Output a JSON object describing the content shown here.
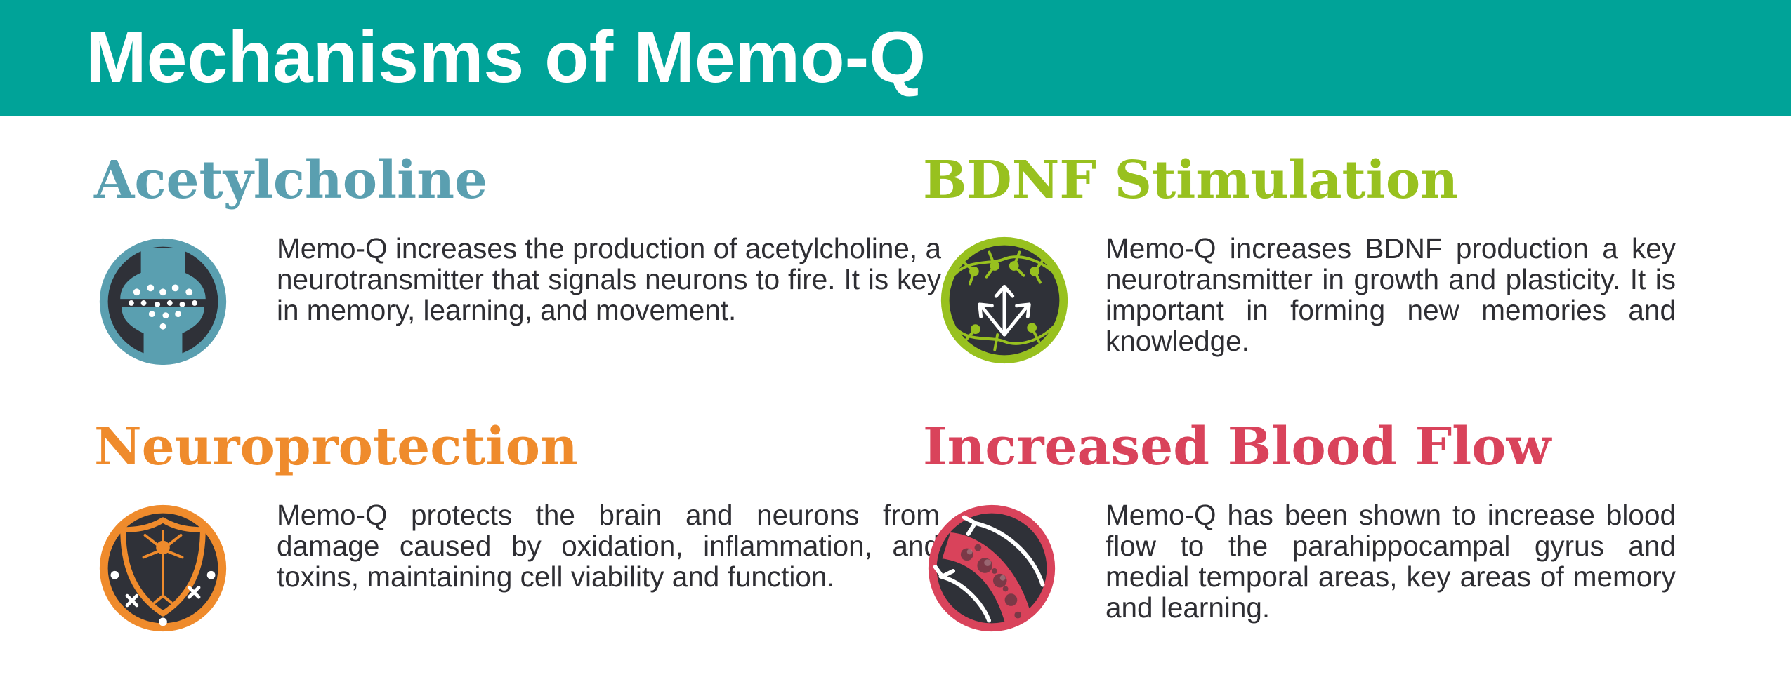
{
  "page": {
    "title": "Mechanisms of Memo-Q",
    "banner_color": "#00a398",
    "text_color": "#2e2e33"
  },
  "sections": [
    {
      "title": "Acetylcholine",
      "color": "#5a9fb0",
      "icon": "synapse-icon",
      "text": "Memo-Q increases the production of acetylcholine, a neurotransmitter that signals neurons to fire. It is key in memory, learning,  and movement."
    },
    {
      "title": "BDNF Stimulation",
      "color": "#98c11f",
      "icon": "neuron-growth-icon",
      "text": "Memo-Q increases BDNF production a key neurotransmitter in growth and plasticity. It is important in forming new memories and knowledge."
    },
    {
      "title": "Neuroprotection",
      "color": "#ef8b2c",
      "icon": "neuron-shield-icon",
      "text": "Memo-Q protects the brain and neurons from damage caused by oxidation, inflammation, and toxins, maintaining cell viability and function."
    },
    {
      "title": "Increased Blood Flow",
      "color": "#d9435b",
      "icon": "blood-vessel-icon",
      "text": "Memo-Q has been shown to increase blood flow to the parahippocampal gyrus and medial temporal areas, key areas of memory and learning."
    }
  ]
}
